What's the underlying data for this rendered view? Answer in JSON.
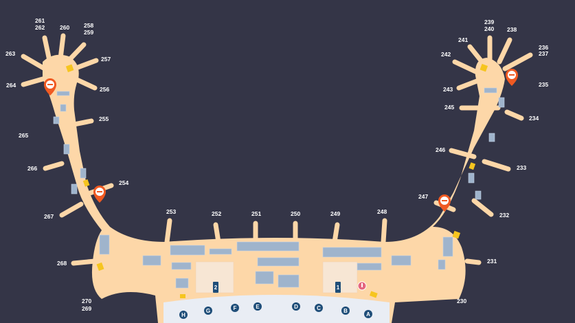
{
  "colors": {
    "background": "#343547",
    "terminal": "#fdd7a8",
    "concourse_shops": "#9fb4cc",
    "checkin_hall": "#e9edf4",
    "zone_marker": "#1f4e79",
    "smoking_marker": "#f05a22",
    "amenity_yellow": "#f6c51f",
    "info_marker": "#e5677f"
  },
  "gates": [
    {
      "id": "g230",
      "label": "230"
    },
    {
      "id": "g231",
      "label": "231"
    },
    {
      "id": "g232",
      "label": "232"
    },
    {
      "id": "g233",
      "label": "233"
    },
    {
      "id": "g234",
      "label": "234"
    },
    {
      "id": "g235",
      "label": "235"
    },
    {
      "id": "g236",
      "label": "236"
    },
    {
      "id": "g237",
      "label": "237"
    },
    {
      "id": "g238",
      "label": "238"
    },
    {
      "id": "g239",
      "label": "239"
    },
    {
      "id": "g240",
      "label": "240"
    },
    {
      "id": "g241",
      "label": "241"
    },
    {
      "id": "g242",
      "label": "242"
    },
    {
      "id": "g243",
      "label": "243"
    },
    {
      "id": "g245",
      "label": "245"
    },
    {
      "id": "g246",
      "label": "246"
    },
    {
      "id": "g247",
      "label": "247"
    },
    {
      "id": "g248",
      "label": "248"
    },
    {
      "id": "g249",
      "label": "249"
    },
    {
      "id": "g250",
      "label": "250"
    },
    {
      "id": "g251",
      "label": "251"
    },
    {
      "id": "g252",
      "label": "252"
    },
    {
      "id": "g253",
      "label": "253"
    },
    {
      "id": "g254",
      "label": "254"
    },
    {
      "id": "g255",
      "label": "255"
    },
    {
      "id": "g256",
      "label": "256"
    },
    {
      "id": "g257",
      "label": "257"
    },
    {
      "id": "g258",
      "label": "258"
    },
    {
      "id": "g259",
      "label": "259"
    },
    {
      "id": "g260",
      "label": "260"
    },
    {
      "id": "g261",
      "label": "261"
    },
    {
      "id": "g262",
      "label": "262"
    },
    {
      "id": "g263",
      "label": "263"
    },
    {
      "id": "g264",
      "label": "264"
    },
    {
      "id": "g265",
      "label": "265"
    },
    {
      "id": "g266",
      "label": "266"
    },
    {
      "id": "g267",
      "label": "267"
    },
    {
      "id": "g268",
      "label": "268"
    },
    {
      "id": "g269",
      "label": "269"
    },
    {
      "id": "g270",
      "label": "270"
    }
  ],
  "zones": [
    "A",
    "B",
    "C",
    "D",
    "E",
    "F",
    "G",
    "H"
  ],
  "levels": [
    "1",
    "2"
  ],
  "icons": {
    "smoking": "no-smoking-room-icon",
    "toilet": "restroom-icon",
    "info": "information-icon",
    "level": "floor-level-icon"
  }
}
